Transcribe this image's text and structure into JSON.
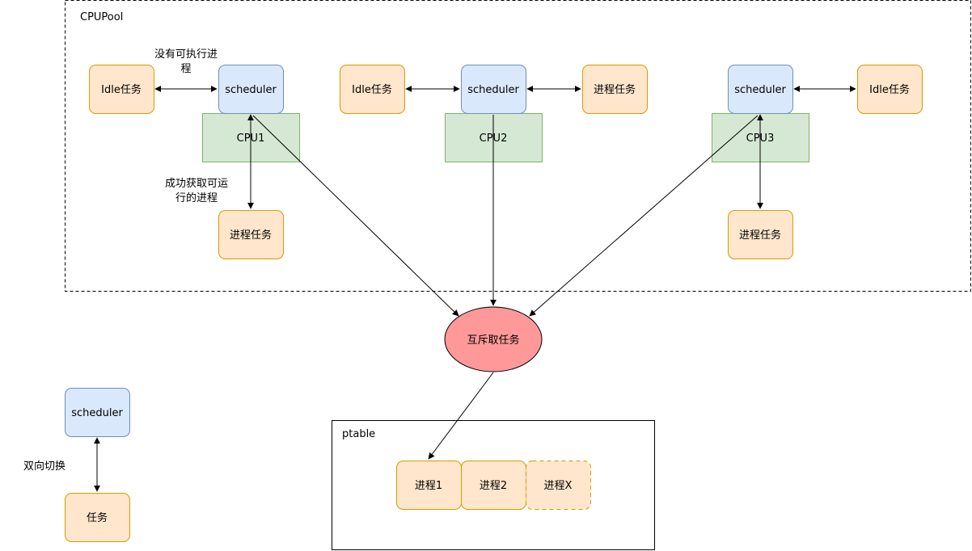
{
  "pool": {
    "title": "CPUPool"
  },
  "ptable": {
    "title": "ptable"
  },
  "cpus": {
    "cpu1": "CPU1",
    "cpu2": "CPU2",
    "cpu3": "CPU3"
  },
  "schedulers": {
    "s1": "scheduler",
    "s2": "scheduler",
    "s3": "scheduler",
    "legend": "scheduler"
  },
  "tasks": {
    "idle1": "Idle任务",
    "idle2": "Idle任务",
    "idle3": "Idle任务",
    "proc1": "进程任务",
    "proc2": "进程任务",
    "proc3": "进程任务",
    "legend": "任务"
  },
  "mutex": {
    "label": "互斥取任务"
  },
  "processes": {
    "p1": "进程1",
    "p2": "进程2",
    "px": "进程X"
  },
  "annotations": {
    "no_runnable_line1": "没有可执行进",
    "no_runnable_line2": "程",
    "got_runnable_line1": "成功获取可运",
    "got_runnable_line2": "行的进程",
    "bidirectional": "双向切换"
  },
  "colors": {
    "task_fill": "#ffe6cc",
    "task_stroke": "#d79b00",
    "sched_fill": "#dae8fc",
    "sched_stroke": "#6c8ebf",
    "cpu_fill": "#d5e8d4",
    "cpu_stroke": "#82b366",
    "mutex_fill": "#ff9999",
    "mutex_stroke": "#000000"
  }
}
